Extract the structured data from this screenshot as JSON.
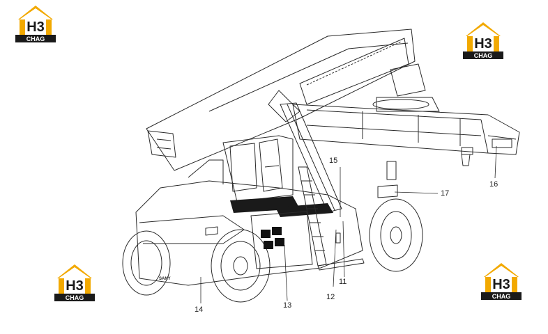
{
  "logo": {
    "letters": "H3",
    "word": "CHAG",
    "accent": "#f2a900",
    "dark": "#1a1a1a"
  },
  "machine_badge": "SANY",
  "callouts": [
    "11",
    "12",
    "13",
    "14",
    "15",
    "16",
    "17"
  ]
}
